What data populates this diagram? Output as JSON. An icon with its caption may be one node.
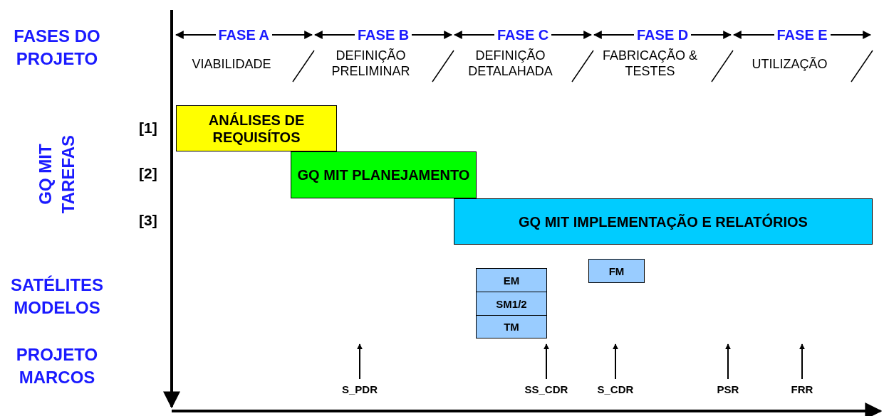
{
  "diagram": {
    "nodes": [
      {
        "text": [
          "ANÁLISES DE REQUISÍTOS"
        ]
      },
      {
        "text": [
          "GQ MIT PLANEJAMENTO"
        ]
      },
      {
        "text": [
          "GQ MIT IMPLEMENTAÇÃO E RELATÓRIOS"
        ]
      },
      {
        "text": [
          "EM"
        ]
      },
      {
        "text": [
          "SM1/2"
        ]
      },
      {
        "text": [
          "TM"
        ]
      },
      {
        "text": [
          "FM"
        ]
      }
    ],
    "edges": [],
    "labels": [
      "FASES DO PROJETO",
      "FASE A",
      "FASE B",
      "FASE C",
      "FASE D",
      "FASE E",
      "VIABILIDADE",
      "DEFINIÇÃO PRELIMINAR",
      "DEFINIÇÃO DETALAHADA",
      "FABRICAÇÃO & TESTES",
      "UTILIZAÇÃO",
      "GQ MIT TAREFAS",
      "[1]",
      "[2]",
      "[3]",
      "SATÉLITES MODELOS",
      "PROJETO MARCOS",
      "S_PDR",
      "SS_CDR",
      "S_CDR",
      "PSR",
      "FRR"
    ]
  }
}
